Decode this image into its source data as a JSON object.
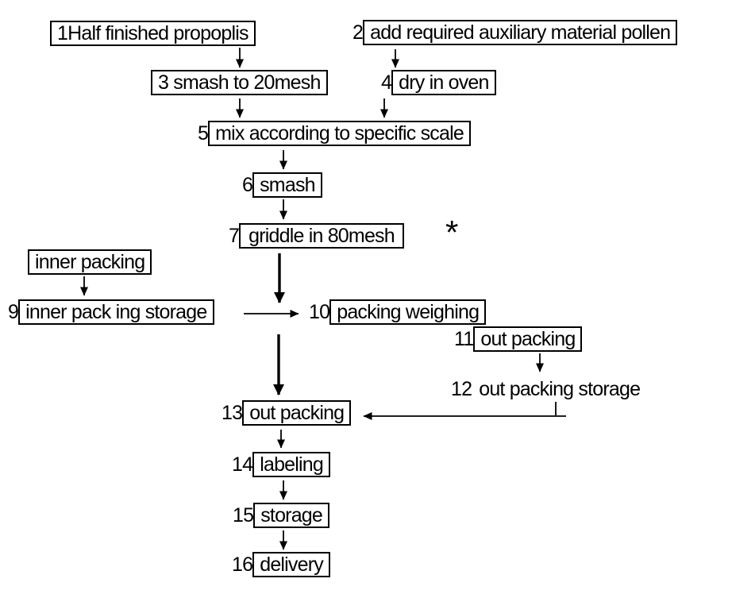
{
  "figure": {
    "type": "flowchart",
    "background_color": "#ffffff",
    "line_color": "#000000",
    "footnote_mark": "*",
    "nodes": [
      {
        "num": "",
        "label": "1Half finished propoplis",
        "boxed": true
      },
      {
        "num": "2",
        "label": "add required auxiliary material pollen",
        "boxed": true
      },
      {
        "num": "",
        "label": "3 smash to 20mesh",
        "boxed": true
      },
      {
        "num": "4",
        "label": "dry in oven",
        "boxed": true
      },
      {
        "num": "5",
        "label": "mix according to specific scale",
        "boxed": true
      },
      {
        "num": "6",
        "label": "smash",
        "boxed": true
      },
      {
        "num": "7",
        "label": "griddle in 80mesh",
        "boxed": true
      },
      {
        "num": "",
        "label": "inner packing",
        "boxed": true
      },
      {
        "num": "9",
        "label": "inner pack ing storage",
        "boxed": true
      },
      {
        "num": "10",
        "label": "packing weighing",
        "boxed": true
      },
      {
        "num": "11",
        "label": "out packing",
        "boxed": true
      },
      {
        "num": "12",
        "label": "out packing storage",
        "boxed": false
      },
      {
        "num": "13",
        "label": "out packing",
        "boxed": true
      },
      {
        "num": "14",
        "label": "labeling",
        "boxed": true
      },
      {
        "num": "15",
        "label": "storage",
        "boxed": true
      },
      {
        "num": "16",
        "label": "delivery",
        "boxed": true
      }
    ],
    "edges": [
      {
        "from": "1",
        "to": "3"
      },
      {
        "from": "2",
        "to": "4"
      },
      {
        "from": "3",
        "to": "5"
      },
      {
        "from": "4",
        "to": "5"
      },
      {
        "from": "5",
        "to": "6"
      },
      {
        "from": "6",
        "to": "7"
      },
      {
        "from": "7",
        "to": "10"
      },
      {
        "from": "inner packing",
        "to": "9"
      },
      {
        "from": "9",
        "to": "10"
      },
      {
        "from": "10",
        "to": "13"
      },
      {
        "from": "11",
        "to": "12"
      },
      {
        "from": "12",
        "to": "13"
      },
      {
        "from": "13",
        "to": "14"
      },
      {
        "from": "14",
        "to": "15"
      },
      {
        "from": "15",
        "to": "16"
      }
    ]
  }
}
